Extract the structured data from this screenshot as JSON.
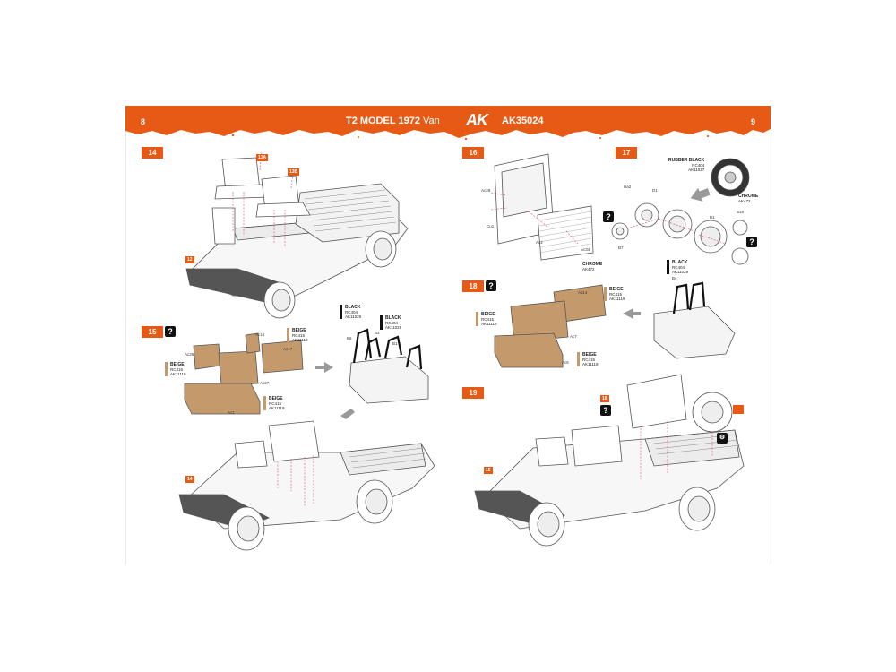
{
  "header": {
    "page_left": "8",
    "page_right": "9",
    "title_bold": "T2 MODEL 1972",
    "title_light": "Van",
    "logo": "AK",
    "code": "AK35024",
    "band_color": "#e65a16"
  },
  "steps": {
    "s14": "14",
    "s15": "15",
    "s16": "16",
    "s17": "17",
    "s18": "18",
    "s19": "19"
  },
  "callouts": {
    "c13a": "13A",
    "c13b": "13B",
    "c12": "12",
    "c14": "14",
    "c15": "15",
    "c18": "18"
  },
  "help_icon": "?",
  "paints": {
    "beige": {
      "name": "BEIGE",
      "rc": "RC415",
      "ak": "AK11119",
      "color": "#c49a6c"
    },
    "black": {
      "name": "BLACK",
      "rc": "RC404",
      "ak": "AK11029",
      "color": "#111111"
    },
    "chrome": {
      "name": "CHROME",
      "ak": "AK472"
    },
    "rubber": {
      "name": "RUBBER BLACK",
      "rc": "RC404",
      "ak": "AK11027"
    }
  },
  "part_labels": {
    "a16": "Ac16",
    "a17": "Ac17",
    "a26": "Ac26",
    "a27": "Ac27",
    "a1": "Ac1",
    "b1": "B1",
    "b3": "B3",
    "b5": "B5",
    "b6": "B6",
    "cu1": "Cu1",
    "a2": "Ac2",
    "a28": "Ac28",
    "a34": "Ac34",
    "ha2": "Ha2",
    "d1": "D1",
    "b7": "B7",
    "b18": "B18",
    "b4": "B4",
    "a14": "Ac14",
    "a7": "Ac7",
    "a6": "Ac6"
  }
}
